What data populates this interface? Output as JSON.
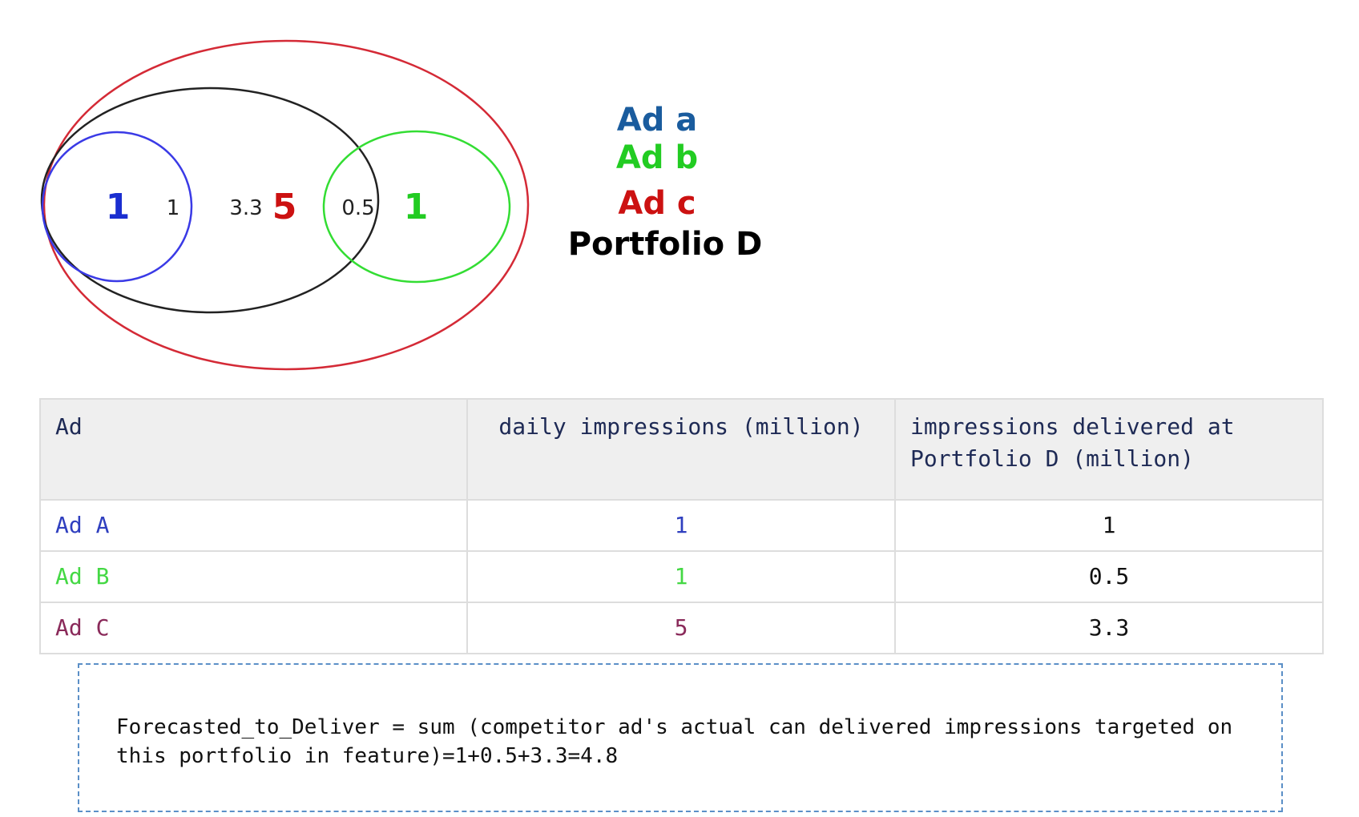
{
  "diagram": {
    "region_values": {
      "ad_a_only": "1",
      "ad_a_overlap": "1",
      "portfolio_overlap": "3.3",
      "ad_c_total": "5",
      "ad_b_overlap": "0.5",
      "ad_b_only": "1"
    },
    "legend": [
      {
        "label": "Ad a",
        "color": "#1a5c9e"
      },
      {
        "label": "Ad b",
        "color": "#22cc22"
      },
      {
        "label": "Ad c",
        "color": "#cc1111"
      },
      {
        "label": "Portfolio D",
        "color": "#000000"
      }
    ],
    "colors": {
      "ad_a": "#3a3ae6",
      "ad_b": "#33dd33",
      "ad_c": "#d42a36",
      "portfolio_d": "#222222"
    }
  },
  "table": {
    "headers": [
      "Ad",
      "daily impressions (million)",
      "impressions delivered at Portfolio D (million)"
    ],
    "rows": [
      {
        "ad": "Ad A",
        "daily": "1",
        "delivered": "1",
        "color": "#2f3fbf"
      },
      {
        "ad": "Ad B",
        "daily": "1",
        "delivered": "0.5",
        "color": "#44d844"
      },
      {
        "ad": "Ad C",
        "daily": "5",
        "delivered": "3.3",
        "color": "#8a2a5a"
      }
    ]
  },
  "note": {
    "text": "Forecasted_to_Deliver = sum (competitor ad's actual can delivered impressions targeted on this portfolio in feature)=1+0.5+3.3=4.8"
  }
}
